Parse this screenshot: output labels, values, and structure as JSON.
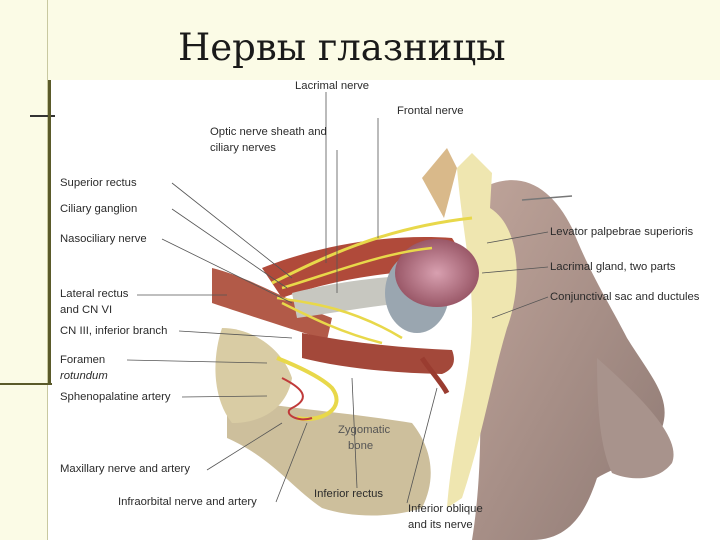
{
  "slide": {
    "title": "Нервы глазницы"
  },
  "labels": {
    "lacrimal_nerve": "Lacrimal nerve",
    "frontal_nerve": "Frontal nerve",
    "optic_sheath_1": "Optic nerve sheath and",
    "optic_sheath_2": "ciliary nerves",
    "superior_rectus": "Superior rectus",
    "ciliary_ganglion": "Ciliary ganglion",
    "nasociliary_nerve": "Nasociliary nerve",
    "lateral_rectus_1": "Lateral rectus",
    "lateral_rectus_2": "and CN VI",
    "cn3_inferior": "CN III, inferior branch",
    "foramen_1": "Foramen",
    "foramen_2": "rotundum",
    "sphenopalatine": "Sphenopalatine artery",
    "maxillary": "Maxillary nerve and artery",
    "infraorbital": "Infraorbital nerve and artery",
    "inferior_rectus": "Inferior rectus",
    "inferior_oblique_1": "Inferior oblique",
    "inferior_oblique_2": "and its nerve",
    "levator": "Levator palpebrae superioris",
    "lacrimal_gland": "Lacrimal gland, two parts",
    "conjunctival": "Conjunctival sac and ductules",
    "zygomatic_1": "Zygomatic",
    "zygomatic_2": "bone"
  }
}
